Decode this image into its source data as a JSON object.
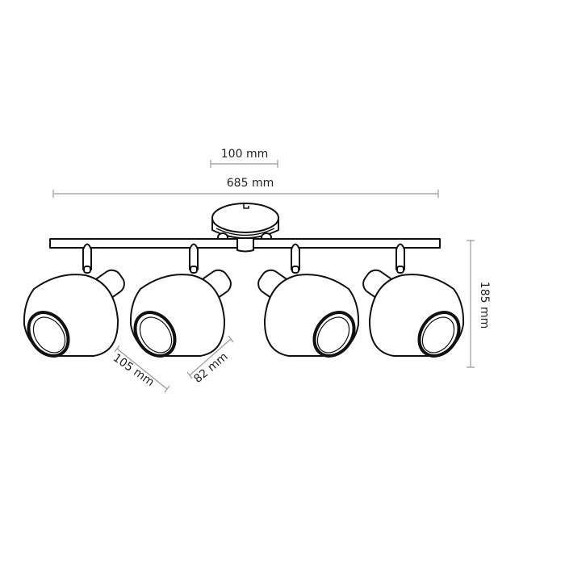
{
  "dimensions": {
    "canopy_width": "100 mm",
    "total_length": "685 mm",
    "height": "185 mm",
    "shade_length": "105 mm",
    "shade_diameter": "82 mm"
  },
  "colors": {
    "outline": "#111111",
    "dimension_line": "#999999",
    "background": "#ffffff"
  }
}
